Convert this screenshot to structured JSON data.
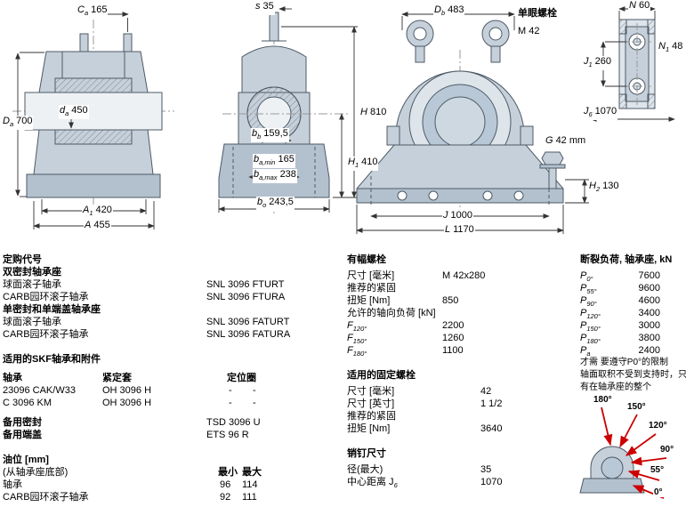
{
  "drawing1": {
    "ca": {
      "p": "C",
      "s": "a",
      "v": "165"
    },
    "da": {
      "p": "d",
      "s": "a",
      "v": "450"
    },
    "Da": {
      "p": "D",
      "s": "a",
      "v": "700"
    },
    "A1": {
      "p": "A",
      "s": "1",
      "v": "420"
    },
    "A": {
      "p": "A",
      "s": "",
      "v": "455"
    }
  },
  "drawing2": {
    "s": {
      "p": "s",
      "s": "",
      "v": "35"
    },
    "H": {
      "p": "H",
      "s": "",
      "v": "810"
    },
    "H1": {
      "p": "H",
      "s": "1",
      "v": "410"
    },
    "bb": {
      "p": "b",
      "s": "b",
      "v": "159,5"
    },
    "bamin": {
      "p": "b",
      "s": "a,min",
      "v": "165"
    },
    "bamax": {
      "p": "b",
      "s": "a,max",
      "v": "238"
    },
    "bo": {
      "p": "b",
      "s": "o",
      "v": "243,5"
    }
  },
  "drawing3": {
    "Db": {
      "p": "D",
      "s": "b",
      "v": "483"
    },
    "eyebolt_label": "单眼螺栓",
    "eyebolt_size": "M 42",
    "G": {
      "p": "G",
      "s": "",
      "v": "42 mm"
    },
    "H2": {
      "p": "H",
      "s": "2",
      "v": "130"
    },
    "J": {
      "p": "J",
      "s": "",
      "v": "1000"
    },
    "L": {
      "p": "L",
      "s": "",
      "v": "1170"
    }
  },
  "drawing4": {
    "N": {
      "p": "N",
      "s": "",
      "v": "60"
    },
    "N1": {
      "p": "N",
      "s": "1",
      "v": "48"
    },
    "J1": {
      "p": "J",
      "s": "1",
      "v": "260"
    },
    "J6": {
      "p": "J",
      "s": "6",
      "v": "1070"
    }
  },
  "angles": [
    "180°",
    "150°",
    "120°",
    "90°",
    "55°",
    "0°"
  ],
  "left": {
    "heading": "定购代号",
    "sec1_title": "双密封轴承座",
    "sec1_rows": [
      {
        "label": "球面滚子轴承",
        "value": "SNL 3096 FTURT"
      },
      {
        "label": "CARB园环滚子轴承",
        "value": "SNL 3096 FTURA"
      }
    ],
    "sec2_title": "单密封和单端盖轴承座",
    "sec2_rows": [
      {
        "label": "球面滚子轴承",
        "value": "SNL 3096 FATURT"
      },
      {
        "label": "CARB园环滚子轴承",
        "value": "SNL 3096 FATURA"
      }
    ],
    "bearings_title": "适用的SKF轴承和附件",
    "bearings_headers": [
      "轴承",
      "紧定套",
      "定位圈"
    ],
    "bearings_rows": [
      {
        "c0": "23096 CAK/W33",
        "c1": "OH 3096 H",
        "c2": "-",
        "c3": "-"
      },
      {
        "c0": "C 3096 KM",
        "c1": "OH 3096 H",
        "c2": "-",
        "c3": "-"
      }
    ],
    "spare_rows": [
      {
        "label": "备用密封",
        "value": "TSD 3096 U"
      },
      {
        "label": "备用端盖",
        "value": "ETS 96 R"
      }
    ],
    "oil_title": "油位 [mm]",
    "oil_sub": "(从轴承座底部)",
    "oil_min": "最小",
    "oil_max": "最大",
    "oil_rows": [
      {
        "label": "轴承",
        "min": "96",
        "max": "114"
      },
      {
        "label": "CARB园环滚子轴承",
        "min": "92",
        "max": "111"
      }
    ]
  },
  "middle": {
    "cap_title": "有幅螺栓",
    "cap_rows": [
      {
        "label": "尺寸 [毫米]",
        "value": "M 42x280"
      },
      {
        "label": "推荐的紧固",
        "value": ""
      },
      {
        "label": "扭矩 [Nm]",
        "value": "850"
      }
    ],
    "axial_title": "允许的轴向负荷 [kN]",
    "axial_rows": [
      {
        "pre": "F",
        "sub": "120°",
        "value": "2200"
      },
      {
        "pre": "F",
        "sub": "150°",
        "value": "1260"
      },
      {
        "pre": "F",
        "sub": "180°",
        "value": "1100"
      }
    ],
    "fix_title": "适用的固定螺栓",
    "fix_rows": [
      {
        "label": "尺寸 [毫米]",
        "value": "42"
      },
      {
        "label": "尺寸 [英寸]",
        "value": "1 1/2"
      },
      {
        "label": "推荐的紧固",
        "value": ""
      },
      {
        "label": "扭矩 [Nm]",
        "value": "3640"
      }
    ],
    "pin_title": "销钉尺寸",
    "pin_rows": [
      {
        "label": "径(最大)",
        "value": "35"
      },
      {
        "pre": "中心距离 J",
        "sub": "6",
        "value": "1070"
      }
    ]
  },
  "right": {
    "title": "断裂负荷, 轴承座, kN",
    "rows": [
      {
        "pre": "P",
        "sub": "0°",
        "value": "7600"
      },
      {
        "pre": "P",
        "sub": "55°",
        "value": "9600"
      },
      {
        "pre": "P",
        "sub": "90°",
        "value": "4600"
      },
      {
        "pre": "P",
        "sub": "120°",
        "value": "3400"
      },
      {
        "pre": "P",
        "sub": "150°",
        "value": "3000"
      },
      {
        "pre": "P",
        "sub": "180°",
        "value": "3800"
      },
      {
        "pre": "P",
        "sub": "a",
        "value": "2400"
      }
    ],
    "note_lines": [
      "才需 要遵守P0°的限制",
      "轴面取积不受到支持时，只",
      "有在轴承座的整个"
    ]
  },
  "colors": {
    "drawing_fill": "#c6d0da",
    "drawing_fill_dark": "#b3c1cf",
    "drawing_fill_pale": "#dde4ea",
    "bore_fill": "#b9c8d6",
    "outline": "#4d5a66",
    "dimension": "#333333",
    "load_arrow_red": "#cc0000"
  }
}
